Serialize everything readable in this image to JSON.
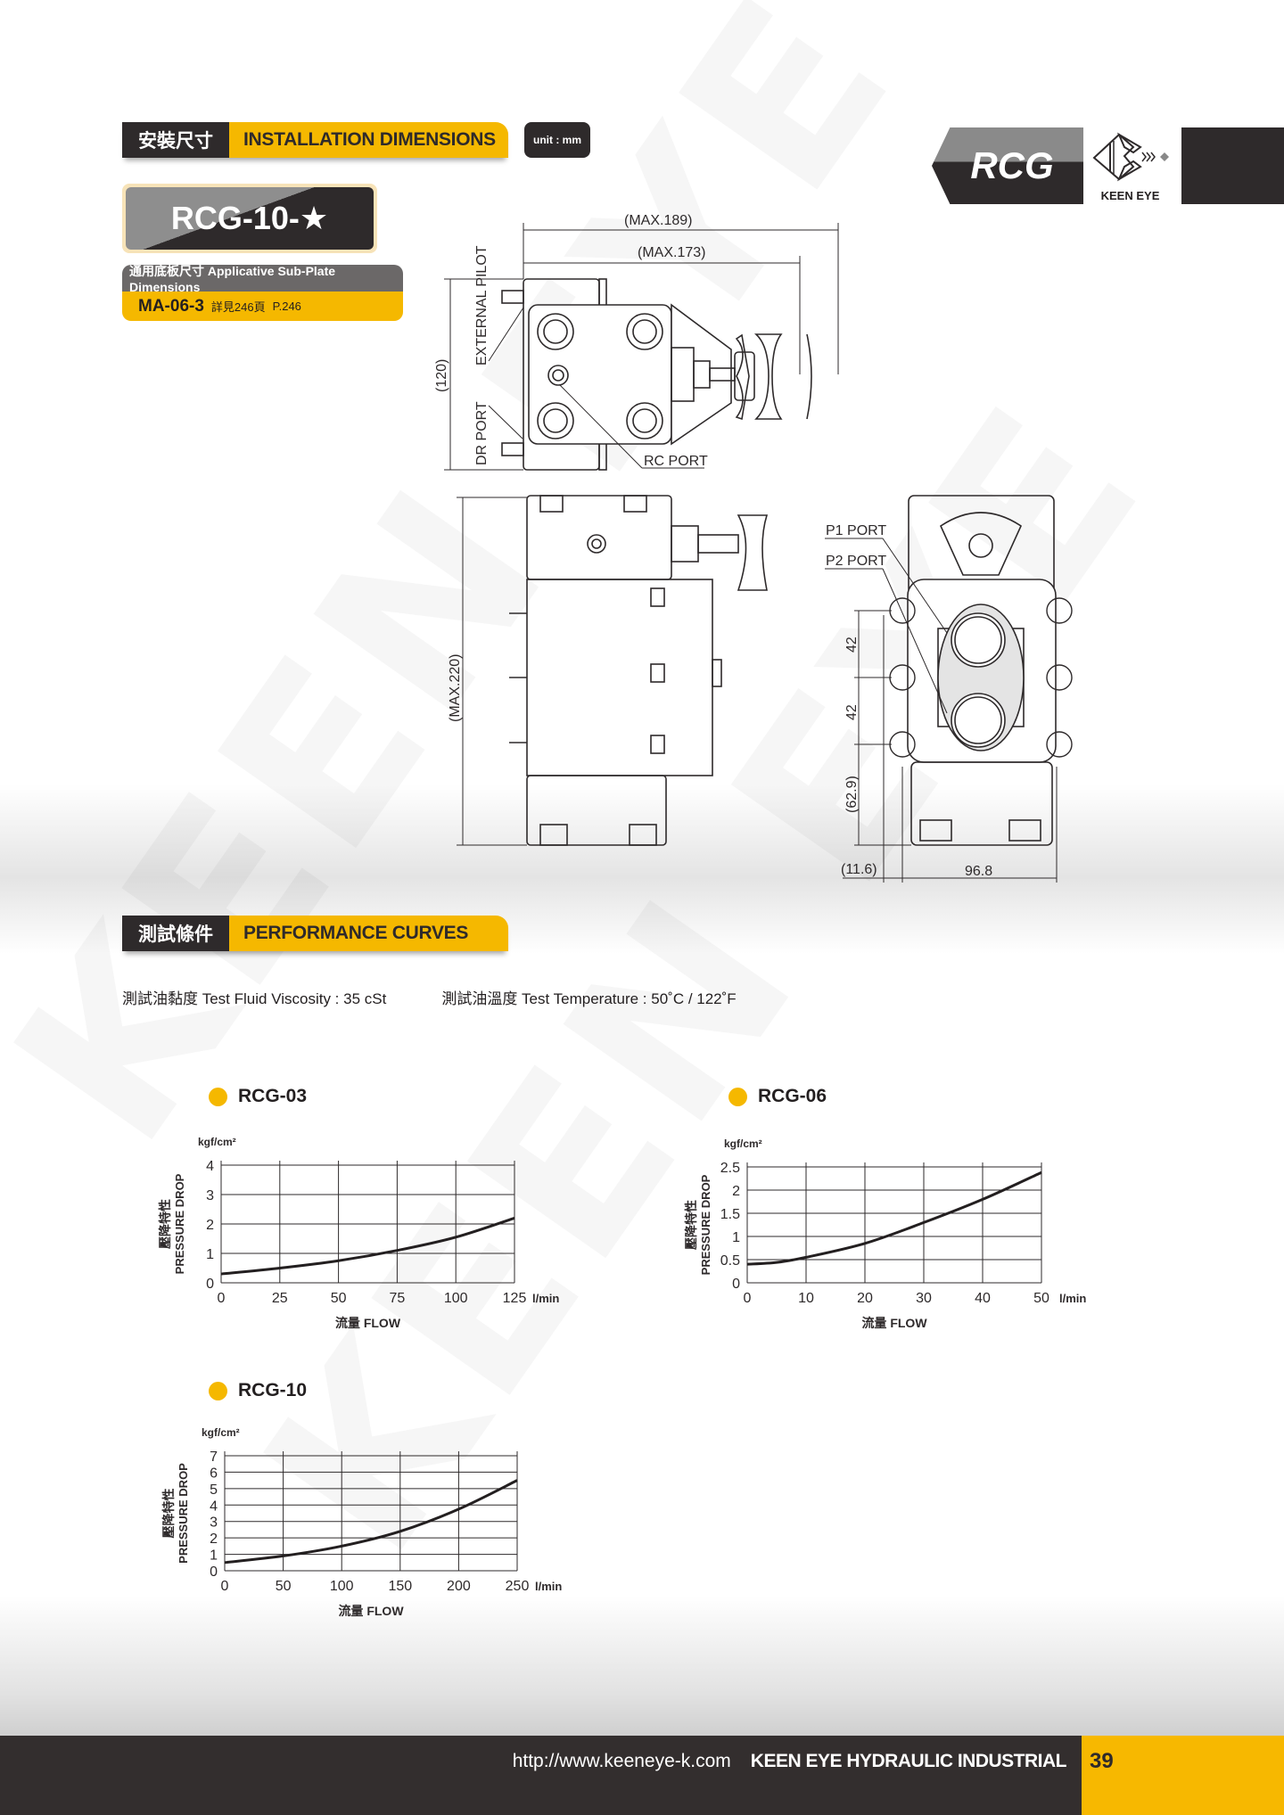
{
  "watermark": "KEEN EYE",
  "installation": {
    "zh": "安裝尺寸",
    "en": "INSTALLATION DIMENSIONS",
    "unit": "unit : mm"
  },
  "series_tab": "RCG",
  "brand": "KEEN EYE",
  "model": "RCG-10-★",
  "subplate": {
    "label": "通用底板尺寸 Applicative Sub-Plate Dimensions",
    "model": "MA-06-3",
    "ref_zh": "詳見246頁",
    "ref_en": "P.246"
  },
  "drawing": {
    "max189": "(MAX.189)",
    "max173": "(MAX.173)",
    "h120": "(120)",
    "external_pilot": "EXTERNAL PILOT",
    "dr_port": "DR PORT",
    "rc_port": "RC PORT",
    "max220": "(MAX.220)",
    "p1_port": "P1 PORT",
    "p2_port": "P2 PORT",
    "d42a": "42",
    "d42b": "42",
    "d62_9": "(62.9)",
    "d11_6": "(11.6)",
    "d96_8": "96.8"
  },
  "performance": {
    "zh": "測試條件",
    "en": "PERFORMANCE CURVES",
    "viscosity": "測試油黏度  Test Fluid Viscosity : 35 cSt",
    "temperature": "測試油溫度  Test Temperature : 50˚C / 122˚F"
  },
  "colors": {
    "accent": "#f5b800",
    "dark": "#2e2a2b"
  },
  "chart_data": [
    {
      "type": "line",
      "title": "RCG-03",
      "ylabel_zh": "壓降特性",
      "ylabel": "PRESSURE DROP",
      "yunit": "kgf/cm²",
      "xunit": "l/min",
      "xlabel": "流量 FLOW",
      "xlim": [
        0,
        125
      ],
      "ylim": [
        0,
        4
      ],
      "xticks": [
        0,
        25,
        50,
        75,
        100,
        125
      ],
      "yticks": [
        0,
        1,
        2,
        3,
        4
      ],
      "grid": true,
      "x": [
        0,
        25,
        50,
        75,
        100,
        125
      ],
      "y": [
        0.3,
        0.5,
        0.75,
        1.1,
        1.55,
        2.2
      ]
    },
    {
      "type": "line",
      "title": "RCG-06",
      "ylabel_zh": "壓降特性",
      "ylabel": "PRESSURE DROP",
      "yunit": "kgf/cm²",
      "xunit": "l/min",
      "xlabel": "流量 FLOW",
      "xlim": [
        0,
        50
      ],
      "ylim": [
        0,
        2.5
      ],
      "xticks": [
        0,
        10,
        20,
        30,
        40,
        50
      ],
      "yticks": [
        0,
        0.5,
        1,
        1.5,
        2,
        2.5
      ],
      "grid": true,
      "x": [
        0,
        5,
        10,
        20,
        30,
        40,
        50
      ],
      "y": [
        0.4,
        0.44,
        0.55,
        0.85,
        1.3,
        1.8,
        2.38
      ]
    },
    {
      "type": "line",
      "title": "RCG-10",
      "ylabel_zh": "壓降特性",
      "ylabel": "PRESSURE DROP",
      "yunit": "kgf/cm²",
      "xunit": "l/min",
      "xlabel": "流量 FLOW",
      "xlim": [
        0,
        250
      ],
      "ylim": [
        0,
        7
      ],
      "xticks": [
        0,
        50,
        100,
        150,
        200,
        250
      ],
      "yticks": [
        0,
        1,
        2,
        3,
        4,
        5,
        6,
        7
      ],
      "grid": true,
      "x": [
        0,
        50,
        100,
        150,
        200,
        250
      ],
      "y": [
        0.5,
        0.9,
        1.5,
        2.4,
        3.75,
        5.5
      ]
    }
  ],
  "footer": {
    "url": "http://www.keeneye-k.com",
    "company": "KEEN EYE HYDRAULIC INDUSTRIAL",
    "page": "39"
  }
}
